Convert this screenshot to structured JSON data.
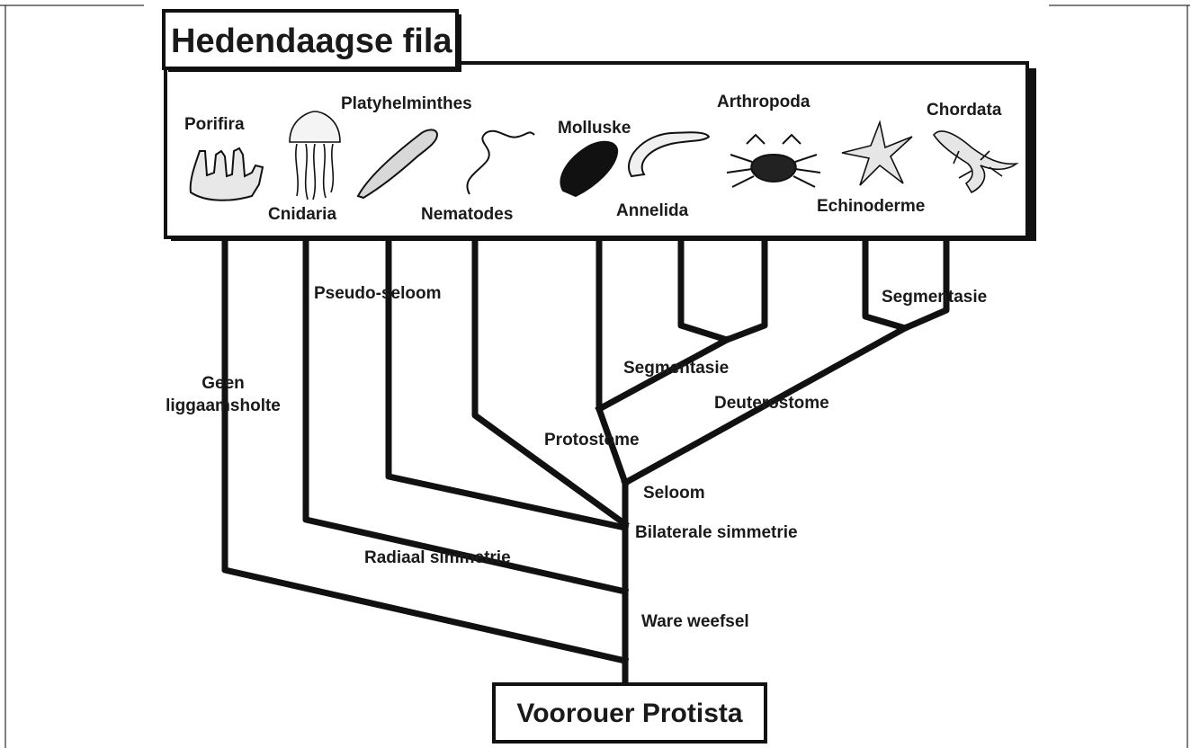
{
  "title": "Hedendaagse fila",
  "root": "Voorouer Protista",
  "phyla": [
    {
      "label": "Porifira",
      "icon": "sponge-icon"
    },
    {
      "label": "Cnidaria",
      "icon": "jellyfish-icon"
    },
    {
      "label": "Platyhelminthes",
      "icon": "flatworm-icon"
    },
    {
      "label": "Nematodes",
      "icon": "roundworm-icon"
    },
    {
      "label": "Molluske",
      "icon": "mussel-icon"
    },
    {
      "label": "Annelida",
      "icon": "earthworm-icon"
    },
    {
      "label": "Arthropoda",
      "icon": "crab-icon"
    },
    {
      "label": "Echinoderme",
      "icon": "starfish-icon"
    },
    {
      "label": "Chordata",
      "icon": "lizard-icon"
    }
  ],
  "traits": {
    "no_body_cavity_line1": "Geen",
    "no_body_cavity_line2": "liggaamsholte",
    "pseudocoelom": "Pseudo-seloom",
    "segmentation_left": "Segmentasie",
    "segmentation_right": "Segmentasie",
    "deuterostome": "Deuterostome",
    "protostome": "Protostome",
    "coelom": "Seloom",
    "bilateral": "Bilaterale simmetrie",
    "radial": "Radiaal simmetrie",
    "true_tissue": "Ware weefsel"
  },
  "colors": {
    "line": "#111111",
    "text": "#1a1a1a",
    "background": "#ffffff"
  }
}
